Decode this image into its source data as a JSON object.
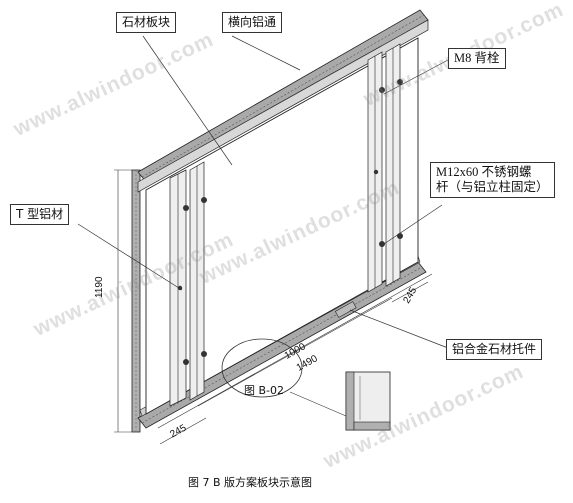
{
  "labels": {
    "stone_panel": "石材板块",
    "horizontal_aluminum": "横向铝通",
    "m8_anchor": "M8 背栓",
    "bolt_line1": "M12x60  不锈钢螺",
    "bolt_line2": "杆（与铝立柱固定）",
    "t_profile": "T 型铝材",
    "bracket": "铝合金石材托件"
  },
  "dimensions": {
    "height": "1190",
    "width_inner": "1000",
    "width_total": "1490",
    "right_offset": "245",
    "left_offset": "245"
  },
  "detail_label": "图 B-02",
  "caption": "图 7   B 版方案板块示意图",
  "watermark": "www.alwindoor.com",
  "colors": {
    "line": "#222222",
    "frame": "#9a9a9a",
    "panel": "#ffffff"
  }
}
